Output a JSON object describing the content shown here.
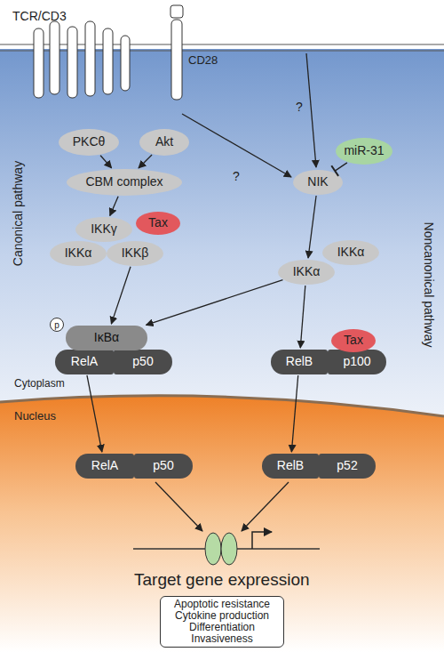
{
  "diagram": {
    "nodes": [
      {
        "text": [
          "PKCθ"
        ]
      },
      {
        "text": [
          "Akt"
        ]
      },
      {
        "text": [
          "CBM complex"
        ]
      },
      {
        "text": [
          "IKKγ"
        ]
      },
      {
        "text": [
          "Tax"
        ]
      },
      {
        "text": [
          "IKKα"
        ]
      },
      {
        "text": [
          "IKKβ"
        ]
      },
      {
        "text": [
          "miR-31"
        ]
      },
      {
        "text": [
          "NIK"
        ]
      },
      {
        "text": [
          "IKKα"
        ]
      },
      {
        "text": [
          "IKKα"
        ]
      },
      {
        "text": [
          "p"
        ]
      },
      {
        "text": [
          "IκBα"
        ]
      },
      {
        "text": [
          "RelA"
        ]
      },
      {
        "text": [
          "p50"
        ]
      },
      {
        "text": [
          "Tax"
        ]
      },
      {
        "text": [
          "RelB"
        ]
      },
      {
        "text": [
          "p100"
        ]
      },
      {
        "text": [
          "RelA"
        ]
      },
      {
        "text": [
          "p50"
        ]
      },
      {
        "text": [
          "RelB"
        ]
      },
      {
        "text": [
          "p52"
        ]
      },
      {
        "text": [
          "Apoptotic resistance",
          "Cytokine production",
          "Differentiation",
          "Invasiveness"
        ]
      }
    ],
    "edges": [
      {
        "from": 0,
        "to": 2,
        "arrow": "to"
      },
      {
        "from": 1,
        "to": 2,
        "arrow": "to"
      },
      {
        "from": 2,
        "to": 3,
        "arrow": "to"
      },
      {
        "from": 6,
        "to": 12,
        "arrow": "to"
      },
      {
        "from": 7,
        "to": 8,
        "arrow": "to"
      },
      {
        "from": 8,
        "to": 9,
        "arrow": "to"
      },
      {
        "from": 9,
        "to": 12,
        "arrow": "to"
      },
      {
        "from": 9,
        "to": 16,
        "arrow": "to"
      },
      {
        "from": 13,
        "to": 18,
        "arrow": "to"
      },
      {
        "from": 16,
        "to": 20,
        "arrow": "to"
      }
    ],
    "labels": [
      "TCR/CD3",
      "CD28",
      "?",
      "?",
      "Canonical pathway",
      "Noncanonical pathway",
      "Cytoplasm",
      "Nucleus",
      "Target gene expression"
    ]
  }
}
